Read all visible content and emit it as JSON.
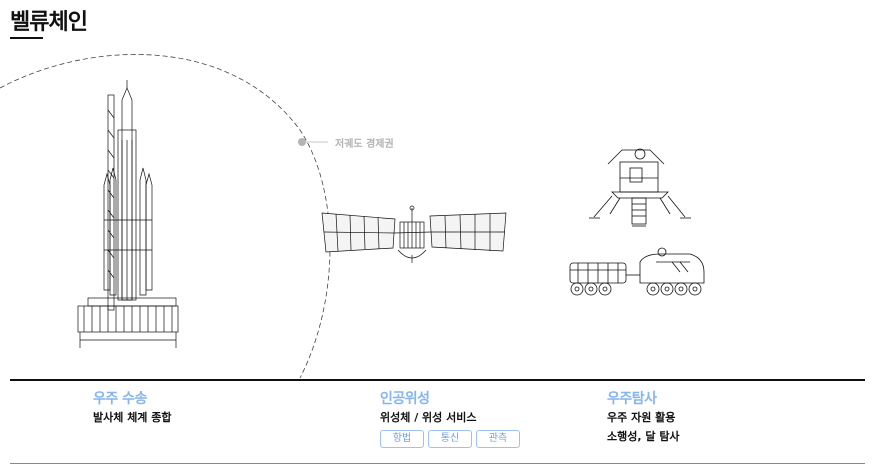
{
  "header": {
    "title": "벨류체인"
  },
  "diagram": {
    "orbit_label": "저궤도 경제권"
  },
  "columns": [
    {
      "title": "우주 수송",
      "lines": [
        "발사체 체계 종합"
      ]
    },
    {
      "title": "인공위성",
      "lines": [
        "위성체 / 위성 서비스"
      ],
      "tags": [
        "항법",
        "통신",
        "관측"
      ]
    },
    {
      "title": "우주탐사",
      "lines": [
        "우주 자원 활용",
        "소행성, 달 탐사"
      ]
    }
  ],
  "colors": {
    "accent": "#86b4ee",
    "tag_border": "#9cc2f1",
    "orbit_dot": "#b3b3b3"
  },
  "icons": [
    "rocket-illustration",
    "satellite-illustration",
    "lunar-lander-illustration",
    "lunar-rover-illustration"
  ]
}
